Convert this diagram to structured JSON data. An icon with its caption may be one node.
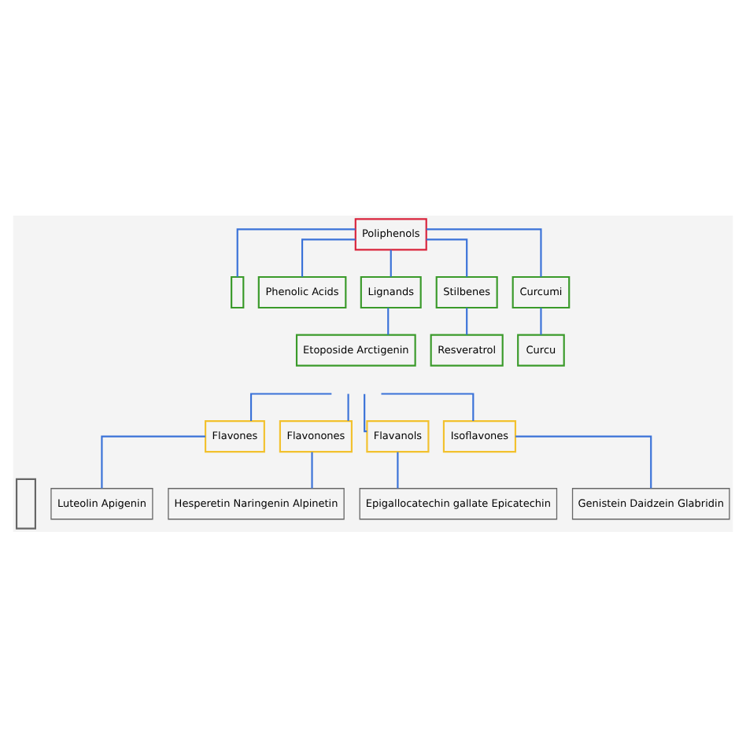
{
  "diagram": {
    "nodes": [
      {
        "text": [
          "Poliphenols"
        ]
      },
      {
        "text": [],
        "shape": "box"
      },
      {
        "text": [
          "Phenolic Acids"
        ]
      },
      {
        "text": [
          "Lignands"
        ]
      },
      {
        "text": [
          "Stilbenes"
        ]
      },
      {
        "text": [
          "Curcumi"
        ]
      },
      {
        "text": [
          "Etoposide Arctigenin"
        ]
      },
      {
        "text": [
          "Resveratrol"
        ]
      },
      {
        "text": [
          "Curcu"
        ]
      },
      {
        "text": [],
        "shape": "box"
      },
      {
        "text": [
          "Flavones"
        ]
      },
      {
        "text": [
          "Flavonones"
        ]
      },
      {
        "text": [
          "Flavanols"
        ]
      },
      {
        "text": [
          "Isoflavones"
        ]
      },
      {
        "text": [
          "Luteolin Apigenin"
        ]
      },
      {
        "text": [
          "Hesperetin Naringenin Alpinetin"
        ]
      },
      {
        "text": [
          "Epigallocatechin gallate Epicatechin"
        ]
      },
      {
        "text": [
          "Genistein Daidzein Glabridin"
        ]
      }
    ],
    "edges": [
      {
        "from": 0,
        "to": 1,
        "arrow": "none"
      },
      {
        "from": 0,
        "to": 2,
        "arrow": "none"
      },
      {
        "from": 0,
        "to": 3,
        "arrow": "none"
      },
      {
        "from": 0,
        "to": 4,
        "arrow": "none"
      },
      {
        "from": 0,
        "to": 5,
        "arrow": "none"
      },
      {
        "from": 3,
        "to": 6,
        "arrow": "none"
      },
      {
        "from": 4,
        "to": 7,
        "arrow": "none"
      },
      {
        "from": 5,
        "to": 8,
        "arrow": "none"
      },
      {
        "from": null,
        "to": 10,
        "arrow": "none"
      },
      {
        "from": null,
        "to": 11,
        "arrow": "none"
      },
      {
        "from": null,
        "to": 12,
        "arrow": "none"
      },
      {
        "from": null,
        "to": 13,
        "arrow": "none"
      },
      {
        "from": 10,
        "to": 14,
        "arrow": "none"
      },
      {
        "from": 11,
        "to": 15,
        "arrow": "none"
      },
      {
        "from": 12,
        "to": 16,
        "arrow": "none"
      },
      {
        "from": 13,
        "to": 17,
        "arrow": "none"
      }
    ]
  }
}
